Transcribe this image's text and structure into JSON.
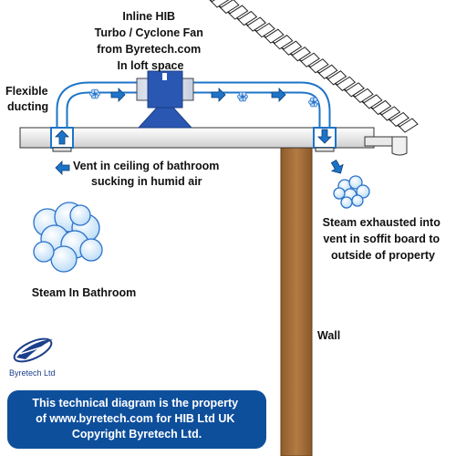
{
  "labels": {
    "fan_title": [
      "Inline HIB",
      "Turbo / Cyclone Fan",
      "from Byretech.com",
      "In loft space"
    ],
    "flexible_ducting": [
      "Flexible",
      "ducting"
    ],
    "ceiling_vent": [
      "Vent in ceiling of bathroom",
      "sucking in humid air"
    ],
    "steam_exhausted": [
      "Steam exhausted into",
      "vent in soffit board to",
      "outside of property"
    ],
    "steam_bathroom": "Steam In Bathroom",
    "wall": "Wall"
  },
  "brand": {
    "name": "Byretech Ltd"
  },
  "notice": {
    "lines": [
      "This technical diagram is the property",
      "of www.byretech.com for HIB Ltd UK",
      "Copyright Byretech Ltd."
    ]
  },
  "colors": {
    "duct_blue": "#1e74c6",
    "fan_blue": "#2a57b2",
    "wall_brown": "#a8703a",
    "bubble_fill": "#cfe7fb",
    "bubble_stroke": "#2b72c9",
    "notice_bg": "#0e4f9c"
  }
}
